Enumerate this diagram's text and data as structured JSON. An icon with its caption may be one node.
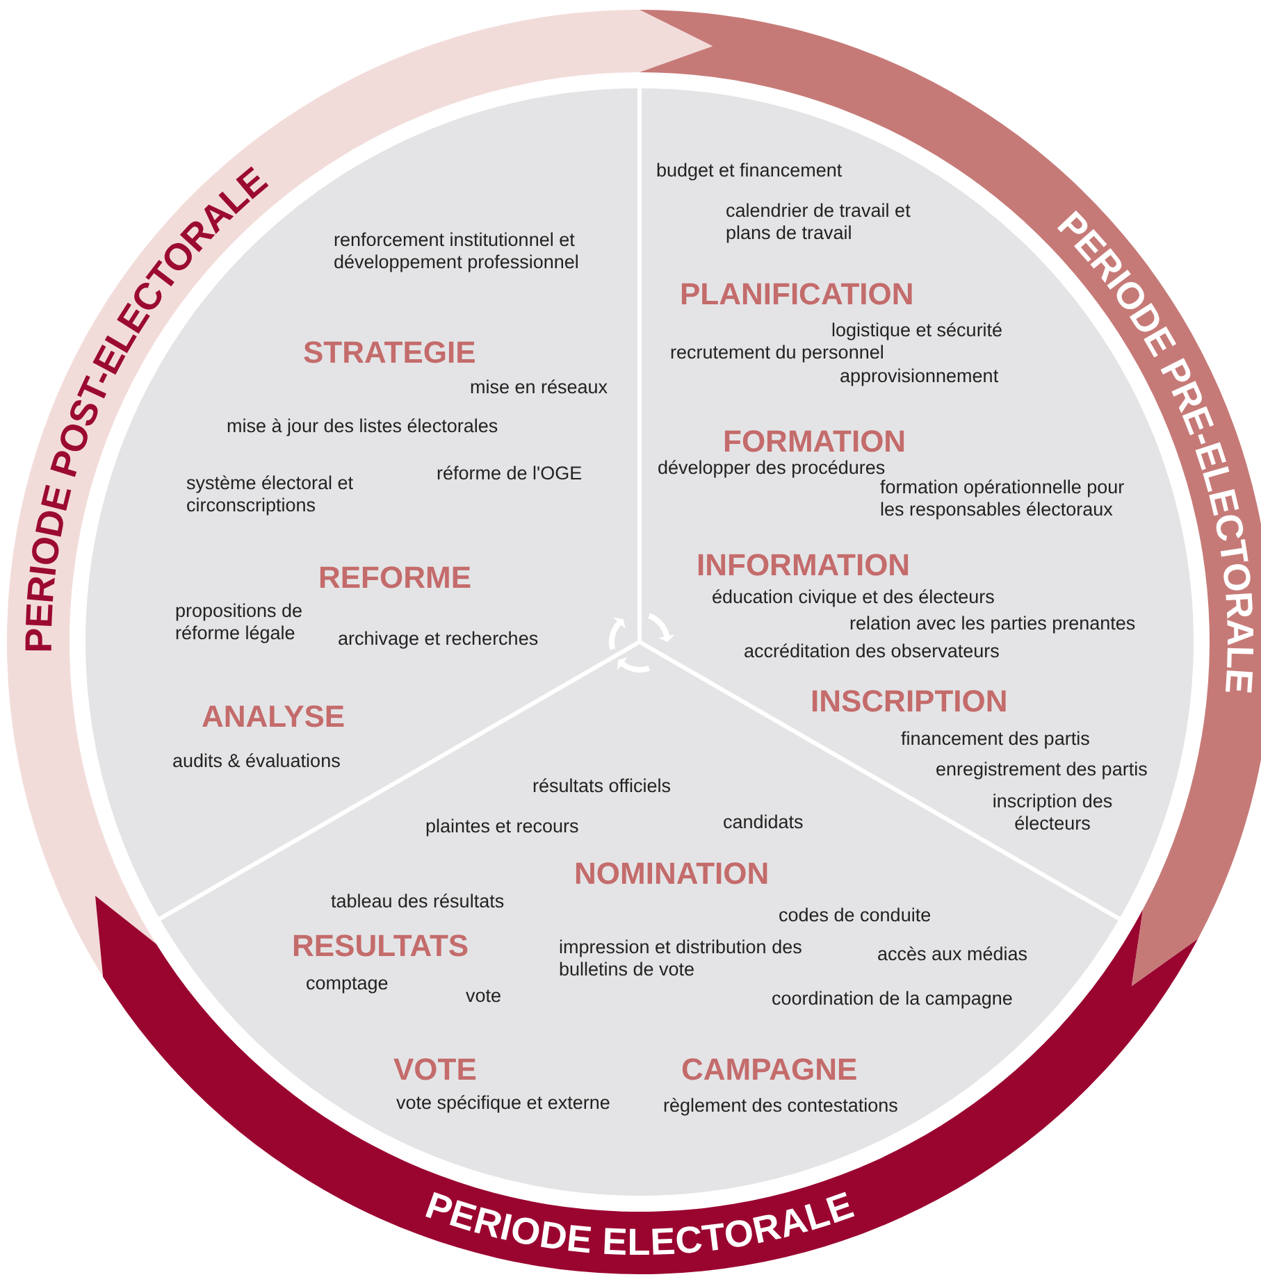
{
  "diagram": {
    "nodes": [
      {
        "text": [
          "renforcement institutionnel et développement professionnel",
          "STRATEGIE",
          "mise en réseaux",
          "mise à jour des listes électorales",
          "système électoral et circonscriptions",
          "réforme de l'OGE",
          "REFORME",
          "propositions de réforme légale",
          "archivage et recherches",
          "ANALYSE",
          "audits & évaluations"
        ]
      },
      {
        "text": [
          "budget et financement",
          "calendrier de travail et plans de travail",
          "PLANIFICATION",
          "logistique et sécurité",
          "recrutement du personnel",
          "approvisionnement",
          "FORMATION",
          "développer des procédures",
          "formation opérationnelle pour les responsables électoraux",
          "INFORMATION",
          "éducation civique et des électeurs",
          "relation avec les parties prenantes",
          "accréditation des observateurs",
          "INSCRIPTION",
          "financement des partis",
          "enregistrement des partis",
          "inscription des électeurs"
        ]
      },
      {
        "text": [
          "résultats officiels",
          "plaintes et recours",
          "candidats",
          "NOMINATION",
          "tableau des résultats",
          "codes de conduite",
          "RESULTATS",
          "impression et distribution des bulletins de vote",
          "accès aux médias",
          "comptage",
          "vote",
          "coordination de la campagne",
          "VOTE",
          "CAMPAGNE",
          "vote spécifique et externe",
          "règlement des contestations"
        ]
      },
      {
        "text": [
          "PERIODE POST-ELECTORALE"
        ]
      },
      {
        "text": [
          "PERIODE PRE-ELECTORALE"
        ]
      },
      {
        "text": [
          "PERIODE ELECTORALE"
        ]
      }
    ]
  }
}
